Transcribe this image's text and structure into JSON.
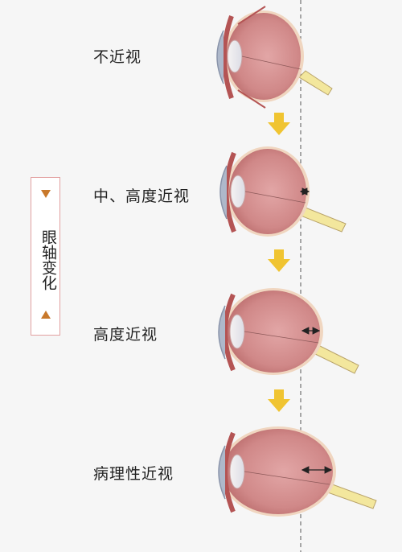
{
  "stages": [
    {
      "label": "不近视"
    },
    {
      "label": "中、高度近视"
    },
    {
      "label": "高度近视"
    },
    {
      "label": "病理性近视"
    }
  ],
  "axis_label": "眼轴变化",
  "colors": {
    "eye_fill": "#d79191",
    "eye_shade": "#b96a6a",
    "sclera": "#f0d6c0",
    "cornea": "#aeb8ca",
    "nerve": "#f3e79d",
    "arrow": "#f0c431",
    "triangle": "#c8782a",
    "box_border": "#e2a0a0"
  }
}
